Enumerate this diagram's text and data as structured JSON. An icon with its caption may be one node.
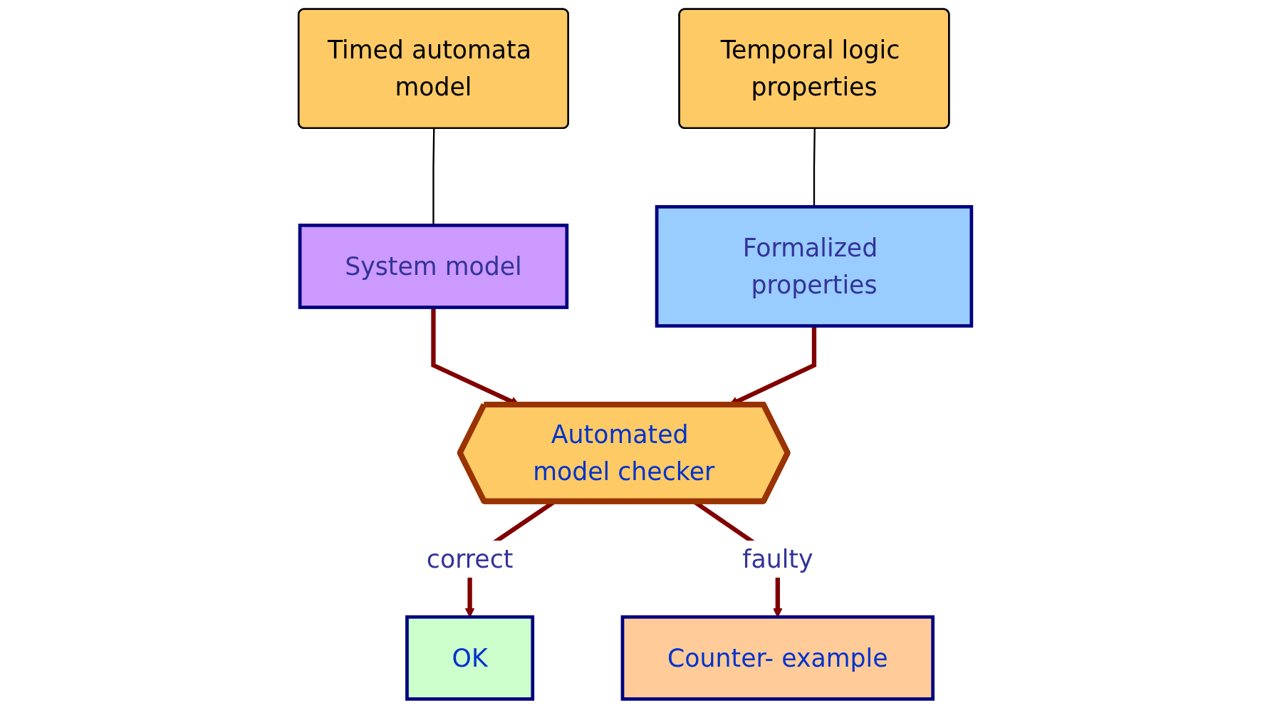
{
  "diagram": {
    "nodes": [
      {
        "text": [
          "Timed automata model"
        ]
      },
      {
        "text": [
          "Temporal logic properties"
        ]
      },
      {
        "text": [
          "System model"
        ]
      },
      {
        "text": [
          "Formalized properties"
        ]
      },
      {
        "text": [
          "Automated model checker"
        ]
      },
      {
        "text": [
          "OK"
        ]
      },
      {
        "text": [
          "Counter- example"
        ]
      }
    ],
    "edges": [
      {
        "from": 0,
        "to": 2,
        "arrow": "none",
        "color": "#000000"
      },
      {
        "from": 1,
        "to": 3,
        "arrow": "none",
        "color": "#000000"
      },
      {
        "from": 2,
        "to": 4,
        "arrow": "to"
      },
      {
        "from": 3,
        "to": 4,
        "arrow": "to"
      },
      {
        "from": 4,
        "to": 5,
        "arrow": "to",
        "label": "correct"
      },
      {
        "from": 4,
        "to": 6,
        "arrow": "to",
        "label": "faulty"
      }
    ]
  }
}
